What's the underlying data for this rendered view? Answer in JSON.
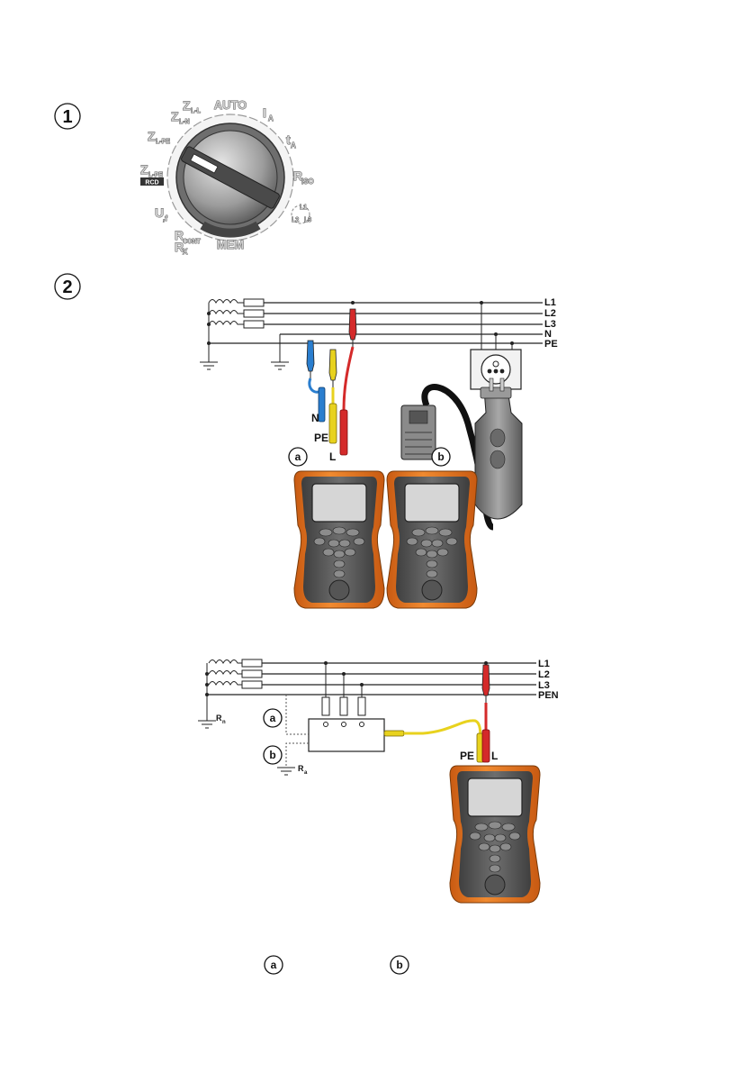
{
  "step_markers": {
    "step1": "1",
    "step2": "2"
  },
  "dial": {
    "positions": {
      "auto": "AUTO",
      "ia_main": "I",
      "ia_sub": "A",
      "ta_main": "t",
      "ta_sub": "A",
      "riso_main": "R",
      "riso_sub": "ISO",
      "mem": "MEM",
      "rx_main": "R",
      "rx_sub": "X",
      "rcont_main": "R",
      "rcont_sub": "CONT",
      "uf_main": "U",
      "uf_sub": ",f",
      "zlpe_rcd_main": "Z",
      "zlpe_rcd_sub": "L-PE",
      "rcd_badge": "RCD",
      "zlpe_main": "Z",
      "zlpe_sub": "L-PE",
      "zln_main": "Z",
      "zln_sub": "L-N",
      "zll_main": "Z",
      "zll_sub": "L-L",
      "rot_l1": "L1",
      "rot_l2": "L2",
      "rot_l3": "L3"
    },
    "colors": {
      "body": "#6e6e6e",
      "knob": "#9a9a9a",
      "badge": "#333333"
    }
  },
  "diagram_top": {
    "line_labels": [
      "L1",
      "L2",
      "L3",
      "N",
      "PE"
    ],
    "probe_labels": {
      "n": "N",
      "pe": "PE",
      "l": "L"
    },
    "option_markers": {
      "a": "a",
      "b": "b"
    },
    "lead_colors": {
      "l": "#d42a2a",
      "n": "#2a7ecf",
      "pe": "#e8d21e"
    }
  },
  "diagram_bottom": {
    "line_labels": [
      "L1",
      "L2",
      "L3",
      "PEN"
    ],
    "probe_labels": {
      "pe": "PE",
      "l": "L"
    },
    "option_markers": {
      "a": "a",
      "b": "b"
    },
    "resistor_labels": {
      "rn_main": "R",
      "rn_sub": "n",
      "ra_main": "R",
      "ra_sub": "a"
    }
  },
  "footer_markers": {
    "a": "a",
    "b": "b"
  },
  "meter_colors": {
    "case": "#ef7a21",
    "bezel": "#4d4d4d",
    "screen": "#d4d4d4",
    "keys": "#8a8a8a"
  }
}
